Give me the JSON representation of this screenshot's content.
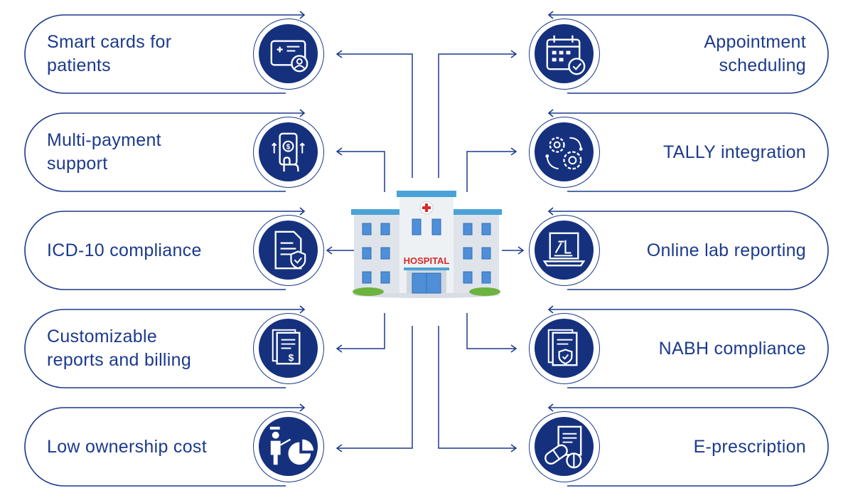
{
  "diagram": {
    "hub_sign": "HOSPITAL",
    "features_left": [
      {
        "label": "Smart cards for\npatients",
        "icon": "smart-card-icon"
      },
      {
        "label": "Multi-payment\nsupport",
        "icon": "mobile-payment-icon"
      },
      {
        "label": "ICD-10 compliance",
        "icon": "compliance-document-icon"
      },
      {
        "label": "Customizable\nreports and billing",
        "icon": "billing-report-icon"
      },
      {
        "label": "Low ownership cost",
        "icon": "presentation-chart-icon"
      }
    ],
    "features_right": [
      {
        "label": "Appointment\nscheduling",
        "icon": "calendar-check-icon"
      },
      {
        "label": "TALLY integration",
        "icon": "gears-integration-icon"
      },
      {
        "label": "Online lab reporting",
        "icon": "lab-report-laptop-icon"
      },
      {
        "label": "NABH compliance",
        "icon": "certified-document-icon"
      },
      {
        "label": "E-prescription",
        "icon": "prescription-pills-icon"
      }
    ]
  },
  "colors": {
    "primary": "#15317e",
    "outline": "#1b3a8c",
    "hospital_red": "#d62b2b",
    "hospital_roof": "#4aa3d6",
    "hospital_window": "#4f8fd8"
  }
}
